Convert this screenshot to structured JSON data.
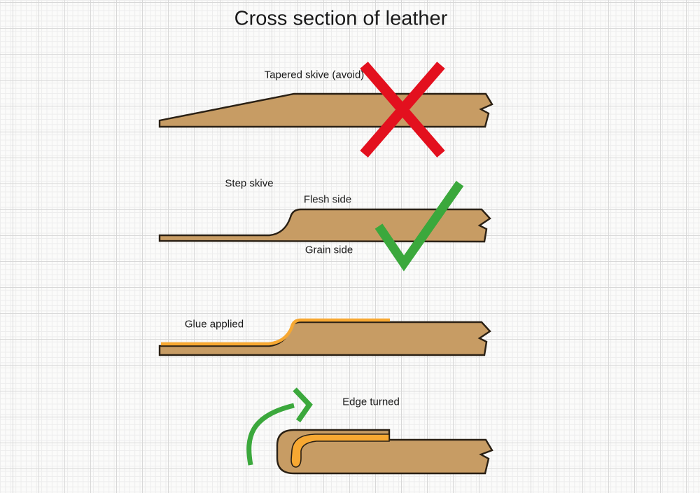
{
  "title": "Cross section of leather",
  "diagrams": {
    "tapered": {
      "label": "Tapered skive (avoid)",
      "verdict": "avoid",
      "verdict_icon": "red-cross"
    },
    "step": {
      "label": "Step skive",
      "top_label": "Flesh side",
      "bottom_label": "Grain side",
      "verdict": "good",
      "verdict_icon": "green-check"
    },
    "glue": {
      "label": "Glue applied"
    },
    "turned": {
      "label": "Edge turned",
      "direction_icon": "green-curved-arrow"
    }
  },
  "colors": {
    "background": "#fbfbfa",
    "grid_minor": "#ededed",
    "grid_major": "#d8d8d8",
    "text": "#1a1a1a",
    "leather": "#c79c64",
    "outline": "#2a2014",
    "glue": "#f7a832",
    "cross_red": "#e3101e",
    "check_green": "#3ba83c"
  }
}
